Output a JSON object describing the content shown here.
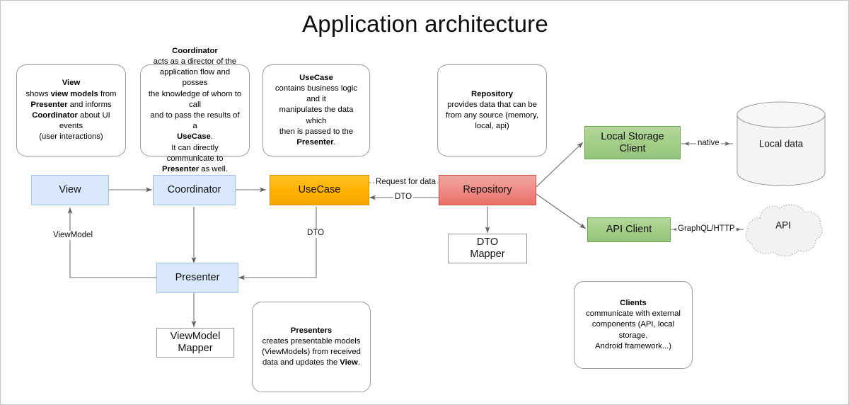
{
  "page": {
    "title": "Application architecture",
    "background": "#ffffff",
    "border_color": "#c6c6c6"
  },
  "colors": {
    "blue_fill": "#dae8fc",
    "blue_stroke": "#9fc0e8",
    "orange_fill": "#ffb000",
    "orange_stroke": "#d59200",
    "red_fill": "#ef8e88",
    "red_stroke": "#cf4a43",
    "green_fill": "#a4ce88",
    "green_stroke": "#6aa84f",
    "gray_fill": "#f2f2f2",
    "gray_stroke": "#999999",
    "edge_stroke": "#6c6c6c"
  },
  "notes": [
    {
      "id": "note-view",
      "title": "View",
      "lines": [
        [
          {
            "t": "shows ",
            "b": false
          },
          {
            "t": "view models",
            "b": true
          },
          {
            "t": " from",
            "b": false
          }
        ],
        [
          {
            "t": "Presenter",
            "b": true
          },
          {
            "t": " and informs",
            "b": false
          }
        ],
        [
          {
            "t": "Coordinator",
            "b": true
          },
          {
            "t": " about UI events",
            "b": false
          }
        ],
        [
          {
            "t": "(user interactions)",
            "b": false
          }
        ]
      ]
    },
    {
      "id": "note-coordinator",
      "title": "Coordinator",
      "lines": [
        [
          {
            "t": "acts as a director of the",
            "b": false
          }
        ],
        [
          {
            "t": "application flow and posses",
            "b": false
          }
        ],
        [
          {
            "t": "the knowledge of whom to call",
            "b": false
          }
        ],
        [
          {
            "t": "and to pass the results of a",
            "b": false
          }
        ],
        [
          {
            "t": "UseCase",
            "b": true
          },
          {
            "t": ".",
            "b": false
          }
        ],
        [
          {
            "t": "It can directly communicate to",
            "b": false
          }
        ],
        [
          {
            "t": "Presenter",
            "b": true
          },
          {
            "t": " as well.",
            "b": false
          }
        ]
      ]
    },
    {
      "id": "note-usecase",
      "title": "UseCase",
      "lines": [
        [
          {
            "t": "contains business logic and it",
            "b": false
          }
        ],
        [
          {
            "t": "manipulates the data which",
            "b": false
          }
        ],
        [
          {
            "t": "then is passed to the",
            "b": false
          }
        ],
        [
          {
            "t": "Presenter",
            "b": true
          },
          {
            "t": ".",
            "b": false
          }
        ]
      ]
    },
    {
      "id": "note-repository",
      "title": "Repository",
      "lines": [
        [
          {
            "t": "provides data that can be",
            "b": false
          }
        ],
        [
          {
            "t": "from any source (memory,",
            "b": false
          }
        ],
        [
          {
            "t": "local, api)",
            "b": false
          }
        ]
      ]
    },
    {
      "id": "note-presenters",
      "title": "Presenters",
      "lines": [
        [
          {
            "t": "creates presentable models",
            "b": false
          }
        ],
        [
          {
            "t": "(ViewModels) from received",
            "b": false
          }
        ],
        [
          {
            "t": "data and updates the ",
            "b": false
          },
          {
            "t": "View",
            "b": true
          },
          {
            "t": ".",
            "b": false
          }
        ]
      ]
    },
    {
      "id": "note-clients",
      "title": "Clients",
      "lines": [
        [
          {
            "t": "communicate with external",
            "b": false
          }
        ],
        [
          {
            "t": "components (API, local storage,",
            "b": false
          }
        ],
        [
          {
            "t": "Android framework...)",
            "b": false
          }
        ]
      ]
    }
  ],
  "nodes": {
    "view": {
      "label": "View",
      "color": "blue"
    },
    "coordinator": {
      "label": "Coordinator",
      "color": "blue"
    },
    "usecase": {
      "label": "UseCase",
      "color": "orange"
    },
    "repository": {
      "label": "Repository",
      "color": "red"
    },
    "presenter": {
      "label": "Presenter",
      "color": "blue"
    },
    "viewmodel_mapper": {
      "label": "ViewModel\nMapper",
      "line1": "ViewModel",
      "line2": "Mapper",
      "color": "plain"
    },
    "dto_mapper": {
      "label": "DTO\nMapper",
      "line1": "DTO",
      "line2": "Mapper",
      "color": "plain"
    },
    "local_storage_client": {
      "label": "Local Storage\nClient",
      "line1": "Local Storage",
      "line2": "Client",
      "color": "green"
    },
    "api_client": {
      "label": "API Client",
      "color": "green"
    },
    "local_data": {
      "label": "Local data",
      "shape": "cylinder"
    },
    "api": {
      "label": "API",
      "shape": "cloud"
    }
  },
  "edge_labels": {
    "viewmodel": "ViewModel",
    "dto_usecase_presenter": "DTO",
    "request_for_data": "Request for data",
    "dto_repo_usecase": "DTO",
    "native": "native",
    "graphql_http": "GraphQL/HTTP"
  }
}
